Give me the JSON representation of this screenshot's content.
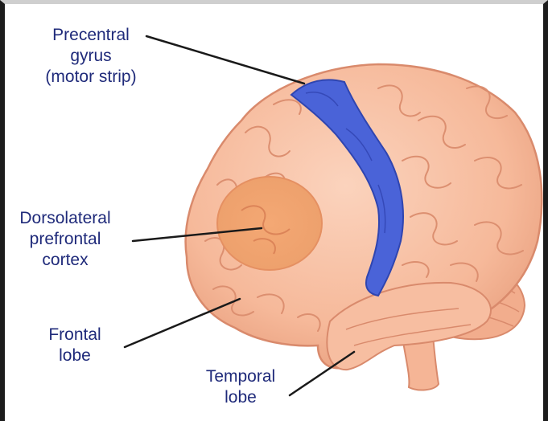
{
  "colors": {
    "label_text": "#1f2a7a",
    "brain_fill": "#f6b99a",
    "brain_stroke": "#d98a6c",
    "motor_strip": "#4a63d8",
    "dlpfc_region": "#f0a070",
    "leader_line": "#1a1a1a"
  },
  "labels": {
    "precentral": "Precentral\ngyrus\n(motor strip)",
    "dlpfc": "Dorsolateral\nprefrontal\ncortex",
    "frontal": "Frontal\nlobe",
    "temporal": "Temporal\nlobe"
  }
}
